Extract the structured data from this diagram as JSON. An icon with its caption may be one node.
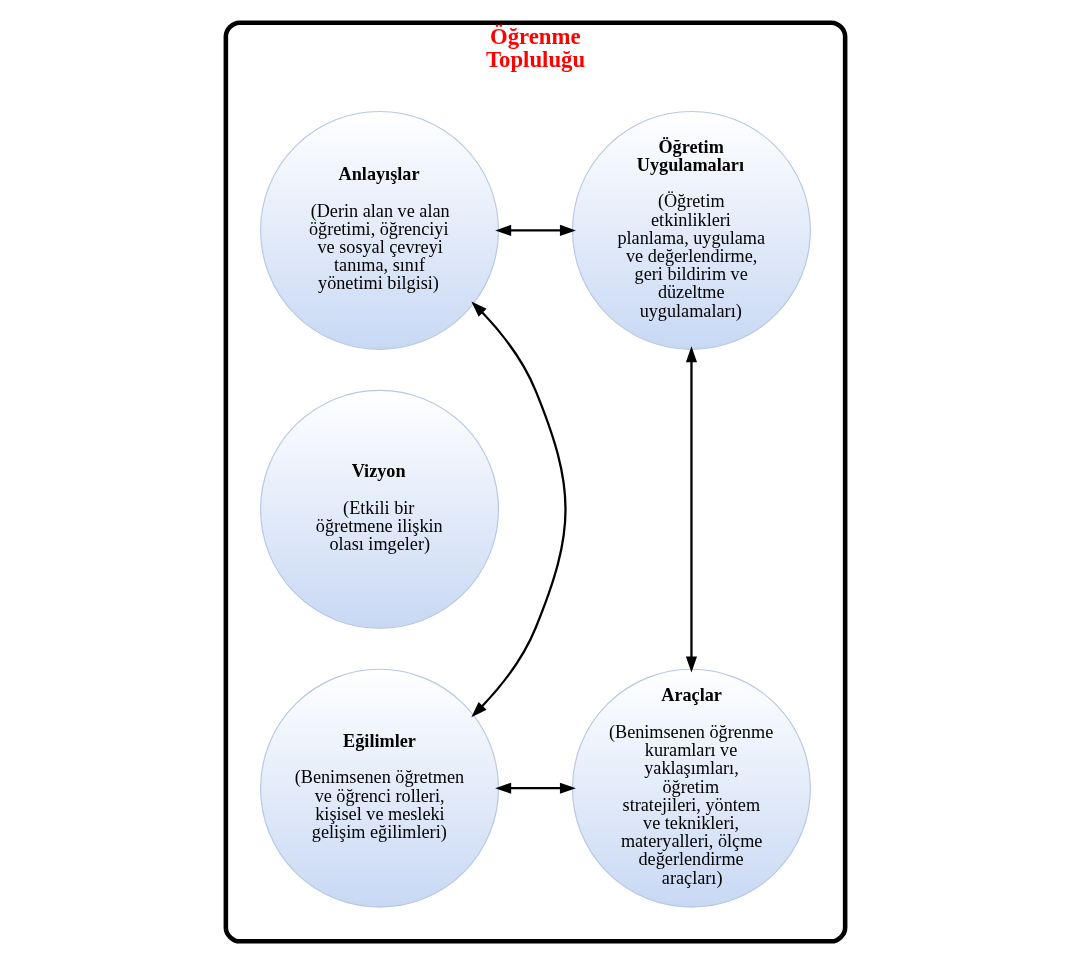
{
  "diagram": {
    "nodes": [
      {
        "text": [
          "Öğrenme Topluluğu"
        ]
      },
      {
        "text": [
          "Anlayışlar",
          "(Derin alan ve alan öğretimi, öğrenciyi ve sosyal çevreyi tanıma, sınıf yönetimi bilgisi)"
        ],
        "in": 0
      },
      {
        "text": [
          "Öğretim Uygulamaları",
          "(Öğretim etkinlikleri planlama, uygulama ve değerlendirme, geri bildirim ve düzeltme uygulamaları)"
        ],
        "in": 0
      },
      {
        "text": [
          "Vizyon",
          "(Etkili bir öğretmene ilişkin olası imgeler)"
        ],
        "in": 0
      },
      {
        "text": [
          "Eğilimler",
          "(Benimsenen öğretmen ve öğrenci rolleri, kişisel ve mesleki gelişim eğilimleri)"
        ],
        "in": 0
      },
      {
        "text": [
          "Araçlar",
          "(Benimsenen öğrenme kuramları ve yaklaşımları, öğretim stratejileri, yöntem ve teknikleri, materyalleri, ölçme değerlendirme araçları)"
        ],
        "in": 0
      }
    ],
    "edges": [
      {
        "from": 1,
        "to": 2,
        "arrow": "both"
      },
      {
        "from": 1,
        "to": 4,
        "arrow": "both"
      },
      {
        "from": 2,
        "to": 5,
        "arrow": "both"
      },
      {
        "from": 4,
        "to": 5,
        "arrow": "both"
      }
    ]
  }
}
